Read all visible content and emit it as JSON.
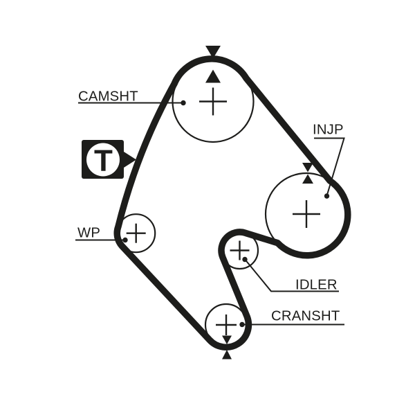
{
  "page": {
    "kind": "timing-belt-routing-diagram",
    "background": "#ffffff"
  },
  "colors": {
    "ink": "#1d1d1b",
    "paper": "#ffffff"
  },
  "icons": {
    "timing_mark_arrow": "paired filled triangles pointing at belt alignment mark",
    "tension_badge_pointer": "right-pointing filled triangle"
  },
  "diagram": {
    "belt": {
      "name": "timing belt loop"
    },
    "pulleys": {
      "camshaft": {
        "label": "CAMSHT",
        "size": "large",
        "timing_marks": "top"
      },
      "injection_pump": {
        "label": "INJP",
        "size": "large",
        "timing_marks": "top"
      },
      "water_pump": {
        "label": "WP",
        "size": "small",
        "timing_marks": "none"
      },
      "idler": {
        "label": "IDLER",
        "size": "small",
        "timing_marks": "none"
      },
      "crankshaft": {
        "label": "CRANSHT",
        "size": "small",
        "timing_marks": "bottom"
      }
    },
    "tension_badge": {
      "letter": "T"
    }
  }
}
